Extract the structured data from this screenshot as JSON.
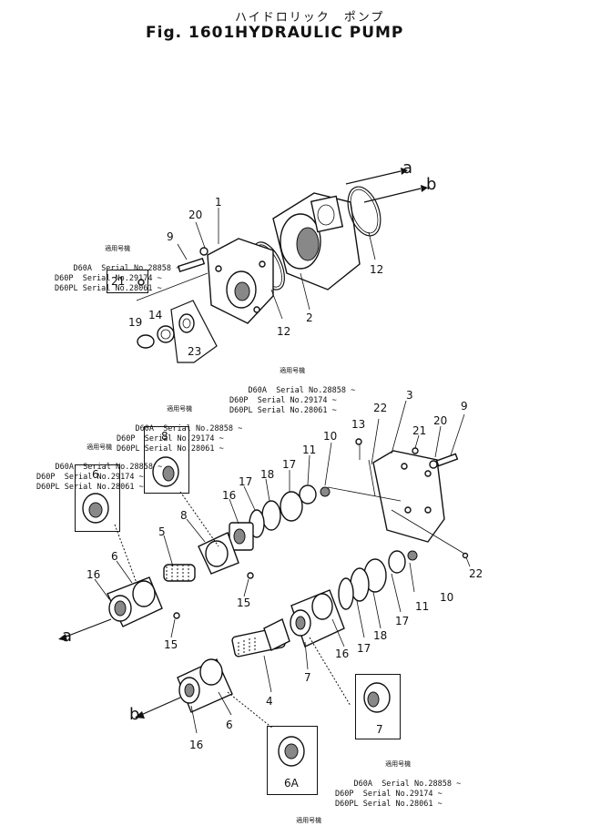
{
  "title": {
    "japanese": "ハイドロリック　ポンプ",
    "figure": "Fig. 1601",
    "name": "HYDRAULIC PUMP"
  },
  "arrows": {
    "a": "a",
    "b": "b"
  },
  "callouts": {
    "c1": "1",
    "c2": "2",
    "c3": "3",
    "c4": "4",
    "c5": "5",
    "c6a": "6",
    "c6b": "6",
    "c6box": "6",
    "c6A": "6A",
    "c7a": "7",
    "c7box": "7",
    "c8a": "8",
    "c8box": "8",
    "c9a": "9",
    "c9b": "9",
    "c10a": "10",
    "c10b": "10",
    "c11a": "11",
    "c11b": "11",
    "c12a": "12",
    "c12b": "12",
    "c13": "13",
    "c14": "14",
    "c15a": "15",
    "c15b": "15",
    "c16a": "16",
    "c16b": "16",
    "c16c": "16",
    "c16d": "16",
    "c17a": "17",
    "c17b": "17",
    "c17c": "17",
    "c17d": "17",
    "c18a": "18",
    "c18b": "18",
    "c19": "19",
    "c20a": "20",
    "c20b": "20",
    "c21a": "21",
    "c21box": "21",
    "c22a": "22",
    "c22b": "22",
    "c23box": "23"
  },
  "serial_blocks": {
    "header": "適用号機",
    "lines": [
      "D60A  Serial No.28858 ~",
      "D60P  Serial No.29174 ~",
      "D60PL Serial No.28061 ~"
    ]
  }
}
